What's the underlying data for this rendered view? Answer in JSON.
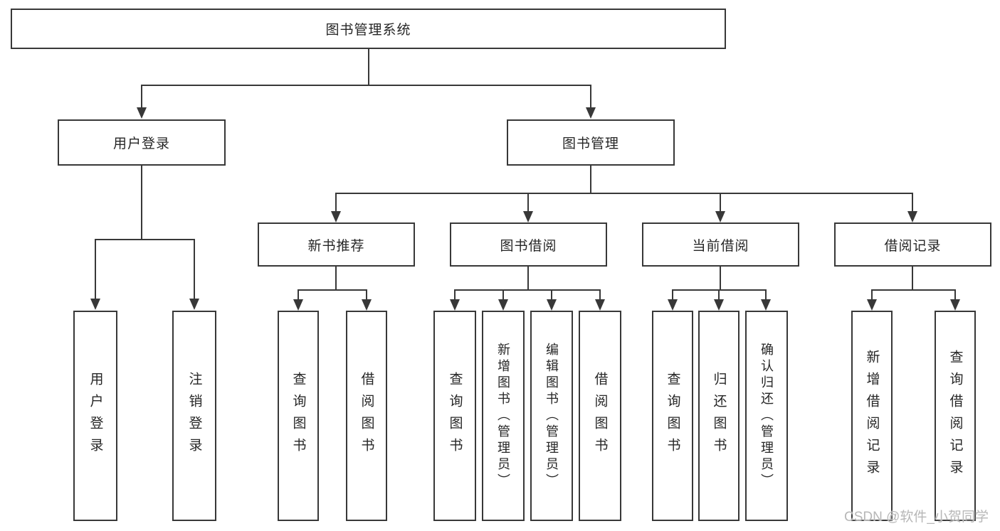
{
  "diagram": {
    "type": "feature-tree",
    "title": "图书管理系统",
    "watermark": "CSDN @软件_小贺同学",
    "colors": {
      "line": "#383838",
      "text": "#262626",
      "background": "#ffffff",
      "watermark": "#b7b7b7"
    },
    "nodes": {
      "root": {
        "label": "图书管理系统"
      },
      "user_login": {
        "label": "用户登录"
      },
      "book_mgmt": {
        "label": "图书管理"
      },
      "new_rec": {
        "label": "新书推荐"
      },
      "book_borrow": {
        "label": "图书借阅"
      },
      "current_borrow": {
        "label": "当前借阅"
      },
      "borrow_record": {
        "label": "借阅记录"
      },
      "leaf_user_login": {
        "label": "用户登录"
      },
      "leaf_logout": {
        "label": "注销登录"
      },
      "leaf_rec_query": {
        "label": "查询图书"
      },
      "leaf_rec_borrow": {
        "label": "借阅图书"
      },
      "leaf_bb_query": {
        "label": "查询图书"
      },
      "leaf_bb_add": {
        "label": "新增图书（管理员）"
      },
      "leaf_bb_edit": {
        "label": "编辑图书（管理员）"
      },
      "leaf_bb_borrow": {
        "label": "借阅图书"
      },
      "leaf_cb_query": {
        "label": "查询图书"
      },
      "leaf_cb_return": {
        "label": "归还图书"
      },
      "leaf_cb_confirm": {
        "label": "确认归还（管理员）"
      },
      "leaf_br_add": {
        "label": "新增借阅记录"
      },
      "leaf_br_query": {
        "label": "查询借阅记录"
      }
    },
    "hierarchy": [
      {
        "parent": "图书管理系统",
        "children": [
          "用户登录",
          "图书管理"
        ]
      },
      {
        "parent": "用户登录",
        "children": [
          "用户登录",
          "注销登录"
        ]
      },
      {
        "parent": "图书管理",
        "children": [
          "新书推荐",
          "图书借阅",
          "当前借阅",
          "借阅记录"
        ]
      },
      {
        "parent": "新书推荐",
        "children": [
          "查询图书",
          "借阅图书"
        ]
      },
      {
        "parent": "图书借阅",
        "children": [
          "查询图书",
          "新增图书（管理员）",
          "编辑图书（管理员）",
          "借阅图书"
        ]
      },
      {
        "parent": "当前借阅",
        "children": [
          "查询图书",
          "归还图书",
          "确认归还（管理员）"
        ]
      },
      {
        "parent": "借阅记录",
        "children": [
          "新增借阅记录",
          "查询借阅记录"
        ]
      }
    ]
  }
}
